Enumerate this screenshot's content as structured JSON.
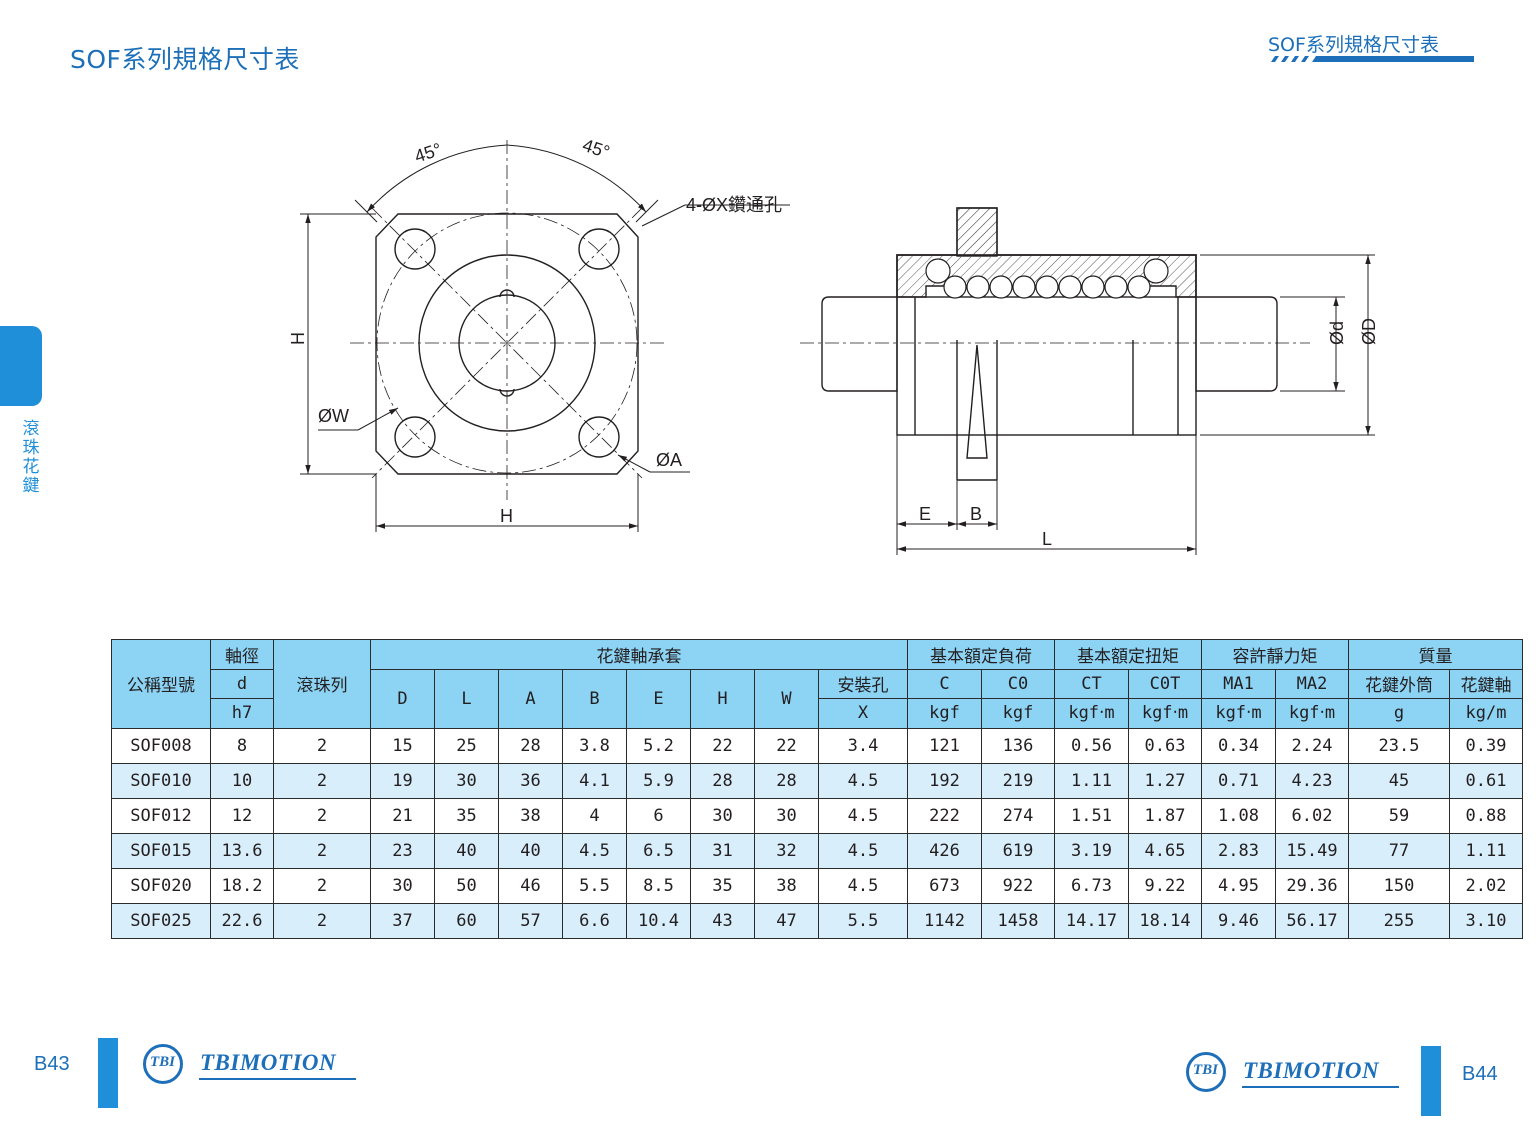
{
  "header": {
    "title_left": "SOF系列規格尺寸表",
    "title_right": "SOF系列規格尺寸表"
  },
  "side_tab": {
    "label": "滾珠花鍵"
  },
  "drawing": {
    "angle_left": "45°",
    "angle_right": "45°",
    "hole_note": "4-ØX鑽通孔",
    "label_h_vertical": "H",
    "label_h_horizontal": "H",
    "label_w": "ØW",
    "label_a": "ØA",
    "label_e": "E",
    "label_b": "B",
    "label_l": "L",
    "label_d_small": "Ød",
    "label_d_large": "ØD"
  },
  "table": {
    "header": {
      "model": "公稱型號",
      "shaft": "軸徑",
      "shaft_sym": "d",
      "shaft_tol": "h7",
      "rows": "滾珠列",
      "bearing": "花鍵軸承套",
      "D": "D",
      "L": "L",
      "A": "A",
      "B": "B",
      "E": "E",
      "H": "H",
      "W": "W",
      "mount": "安裝孔",
      "mount_sym": "X",
      "load": "基本額定負荷",
      "C": "C",
      "C0": "C0",
      "load_unit": "kgf",
      "torque": "基本額定扭矩",
      "CT": "CT",
      "C0T": "C0T",
      "torque_unit": "kgf‧m",
      "moment": "容許靜力矩",
      "MA1": "MA1",
      "MA2": "MA2",
      "moment_unit": "kgf‧m",
      "mass": "質量",
      "mass_nut": "花鍵外筒",
      "mass_shaft": "花鍵軸",
      "mass_nut_unit": "g",
      "mass_shaft_unit": "kg/m"
    },
    "rows": [
      {
        "model": "SOF008",
        "d": "8",
        "rows": "2",
        "D": "15",
        "L": "25",
        "A": "28",
        "B": "3.8",
        "E": "5.2",
        "H": "22",
        "W": "22",
        "X": "3.4",
        "C": "121",
        "C0": "136",
        "CT": "0.56",
        "C0T": "0.63",
        "MA1": "0.34",
        "MA2": "2.24",
        "g": "23.5",
        "kgm": "0.39"
      },
      {
        "model": "SOF010",
        "d": "10",
        "rows": "2",
        "D": "19",
        "L": "30",
        "A": "36",
        "B": "4.1",
        "E": "5.9",
        "H": "28",
        "W": "28",
        "X": "4.5",
        "C": "192",
        "C0": "219",
        "CT": "1.11",
        "C0T": "1.27",
        "MA1": "0.71",
        "MA2": "4.23",
        "g": "45",
        "kgm": "0.61"
      },
      {
        "model": "SOF012",
        "d": "12",
        "rows": "2",
        "D": "21",
        "L": "35",
        "A": "38",
        "B": "4",
        "E": "6",
        "H": "30",
        "W": "30",
        "X": "4.5",
        "C": "222",
        "C0": "274",
        "CT": "1.51",
        "C0T": "1.87",
        "MA1": "1.08",
        "MA2": "6.02",
        "g": "59",
        "kgm": "0.88"
      },
      {
        "model": "SOF015",
        "d": "13.6",
        "rows": "2",
        "D": "23",
        "L": "40",
        "A": "40",
        "B": "4.5",
        "E": "6.5",
        "H": "31",
        "W": "32",
        "X": "4.5",
        "C": "426",
        "C0": "619",
        "CT": "3.19",
        "C0T": "4.65",
        "MA1": "2.83",
        "MA2": "15.49",
        "g": "77",
        "kgm": "1.11"
      },
      {
        "model": "SOF020",
        "d": "18.2",
        "rows": "2",
        "D": "30",
        "L": "50",
        "A": "46",
        "B": "5.5",
        "E": "8.5",
        "H": "35",
        "W": "38",
        "X": "4.5",
        "C": "673",
        "C0": "922",
        "CT": "6.73",
        "C0T": "9.22",
        "MA1": "4.95",
        "MA2": "29.36",
        "g": "150",
        "kgm": "2.02"
      },
      {
        "model": "SOF025",
        "d": "22.6",
        "rows": "2",
        "D": "37",
        "L": "60",
        "A": "57",
        "B": "6.6",
        "E": "10.4",
        "H": "43",
        "W": "47",
        "X": "5.5",
        "C": "1142",
        "C0": "1458",
        "CT": "14.17",
        "C0T": "18.14",
        "MA1": "9.46",
        "MA2": "56.17",
        "g": "255",
        "kgm": "3.10"
      }
    ]
  },
  "footer": {
    "page_left": "B43",
    "page_right": "B44",
    "logo_mark": "TBI",
    "logo_name": "TBIMOTION"
  },
  "colors": {
    "brand_blue": "#1c6fb8",
    "tab_blue": "#1e8fd8",
    "header_cell": "#8cd3f4",
    "alt_row": "#d9eefb"
  }
}
